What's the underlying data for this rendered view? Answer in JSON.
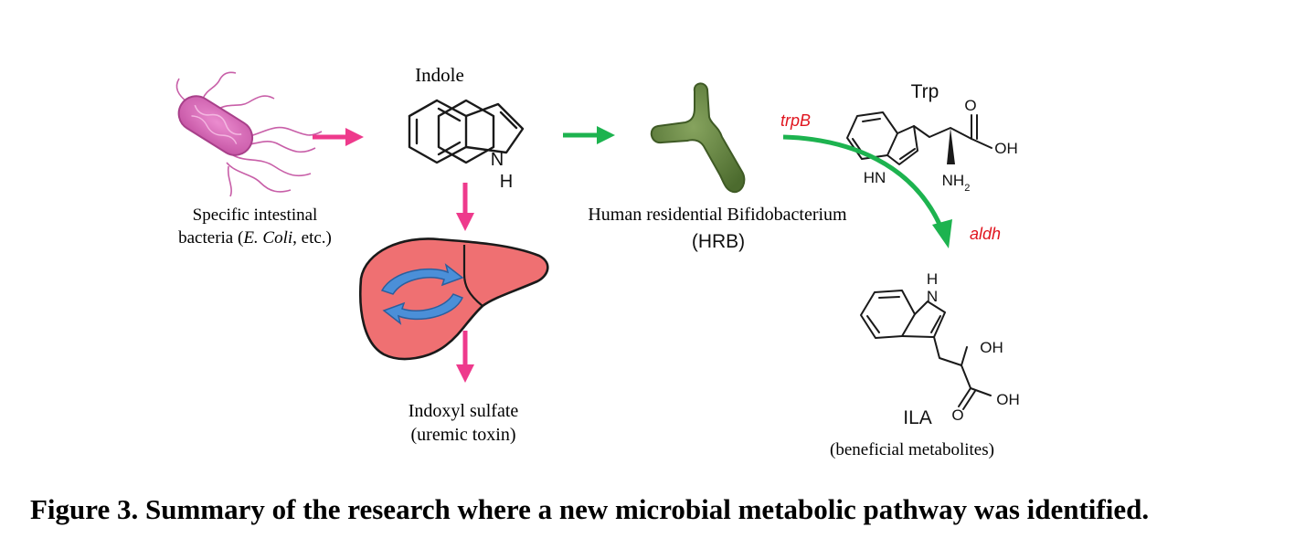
{
  "bacteria": {
    "label_line1": "Specific intestinal",
    "label_prefix": "bacteria (",
    "label_italic": "E. Coli",
    "label_suffix": ", etc.)"
  },
  "indole": {
    "title": "Indole",
    "nh": "H",
    "n": "N"
  },
  "hrb": {
    "label_line1": "Human residential Bifidobacterium",
    "label_line2": "(HRB)"
  },
  "trp": {
    "title": "Trp",
    "o": "O",
    "oh": "OH",
    "hn": "HN",
    "nh2": "NH",
    "nh2_sub": "2"
  },
  "genes": {
    "trpB": "trpB",
    "aldh": "aldh"
  },
  "ila": {
    "title": "ILA",
    "h": "H",
    "n": "N",
    "oh1": "OH",
    "oh2": "OH",
    "o": "O",
    "label": "(beneficial metabolites)"
  },
  "liver": {
    "product_line1": "Indoxyl sulfate",
    "product_line2": "(uremic toxin)"
  },
  "caption": "Figure 3. Summary of the research where a new microbial metabolic pathway was identified.",
  "colors": {
    "pink": "#ee3a8c",
    "green": "#1db34f",
    "red_gene": "#e0141e",
    "liver": "#ef7072",
    "bacterium": "#d76bb4",
    "bifido": "#5e7f3d",
    "cycle_arrow": "#4b8fd8"
  }
}
